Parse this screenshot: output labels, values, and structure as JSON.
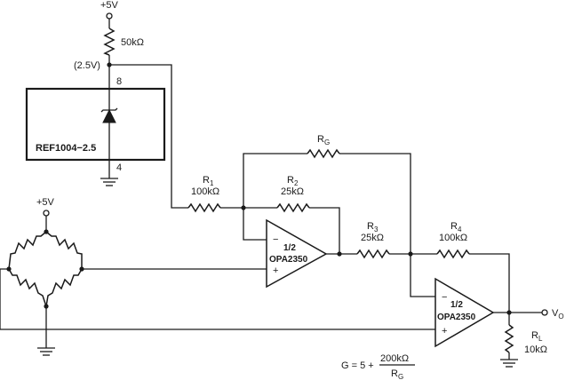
{
  "supply_top": "+5V",
  "supply_bridge": "+5V",
  "r_top_value": "50kΩ",
  "ref_node_voltage": "(2.5V)",
  "ref_pin_top": "8",
  "ref_pin_bottom": "4",
  "ref_part": "REF1004−2.5",
  "r1": {
    "name": "R",
    "sub": "1",
    "value": "100kΩ"
  },
  "r2": {
    "name": "R",
    "sub": "2",
    "value": "25kΩ"
  },
  "rg": {
    "name": "R",
    "sub": "G"
  },
  "r3": {
    "name": "R",
    "sub": "3",
    "value": "25kΩ"
  },
  "r4": {
    "name": "R",
    "sub": "4",
    "value": "100kΩ"
  },
  "rl": {
    "name": "R",
    "sub": "L",
    "value": "10kΩ"
  },
  "amp1": {
    "minus": "−",
    "plus": "+",
    "frac": "1/2",
    "part": "OPA2350"
  },
  "amp2": {
    "minus": "−",
    "plus": "+",
    "frac": "1/2",
    "part": "OPA2350"
  },
  "output_label": {
    "name": "V",
    "sub": "O"
  },
  "gain": {
    "prefix": "G = 5 +",
    "numerator": "200kΩ",
    "denominator": "R",
    "denominator_sub": "G"
  }
}
